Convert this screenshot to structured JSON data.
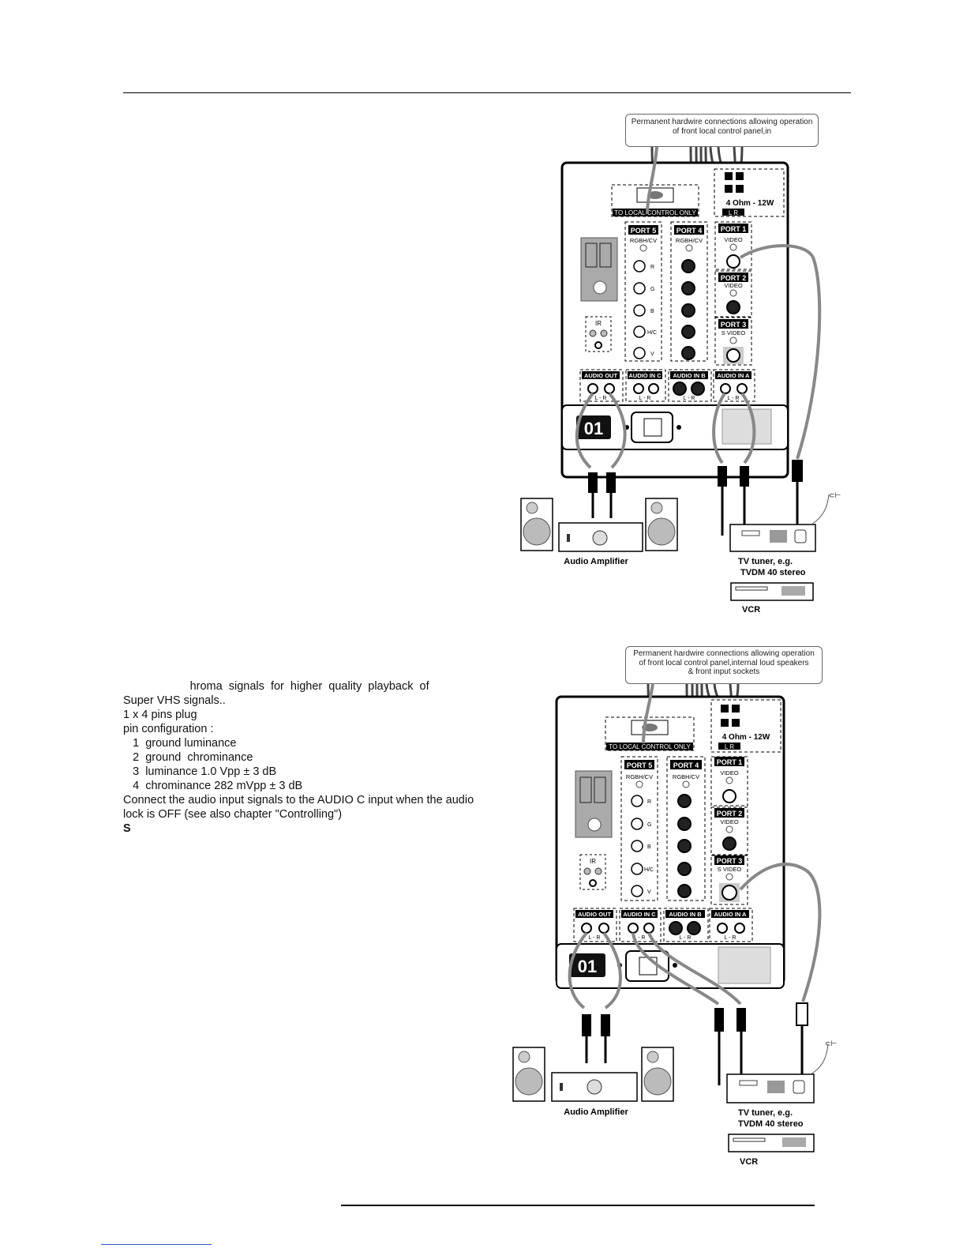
{
  "diagram_top": {
    "callout": [
      "Permanent hardwire connections allowing operation",
      "of front local control panel,in"
    ],
    "local_control": "TO LOCAL CONTROL ONLY",
    "speaker_spec": "4 Ohm - 12W",
    "speaker_lr": "L  R",
    "ports": {
      "port5": "PORT 5",
      "port4": "PORT 4",
      "port1": "PORT 1",
      "port2": "PORT 2",
      "port3": "PORT 3",
      "rgbhcv": "RGBH/CV",
      "video": "VIDEO",
      "svideo": "S VIDEO"
    },
    "bnc_labels": [
      "R",
      "G",
      "B",
      "H/C",
      "V"
    ],
    "ir": "IR",
    "audio": {
      "out": "AUDIO OUT",
      "in_c": "AUDIO IN C",
      "in_b": "AUDIO IN B",
      "in_a": "AUDIO IN A",
      "lr": "L - R"
    },
    "counter": "01",
    "amplifier": "Audio Amplifier",
    "tuner": [
      "TV tuner, e.g.",
      "TVDM 40 stereo"
    ],
    "vcr": "VCR"
  },
  "text_block": {
    "lines": [
      "                     hroma  signals  for  higher  quality  playback  of",
      "Super VHS signals..",
      "1 x 4 pins plug",
      "",
      "pin configuration :",
      "   1  ground luminance",
      "   2  ground  chrominance",
      "   3  luminance 1.0 Vpp ± 3 dB",
      "   4  chrominance 282 mVpp ± 3 dB",
      "",
      "Connect the audio input signals to the AUDIO C input when the audio",
      "lock is OFF (see also chapter \"Controlling\")",
      "",
      "S"
    ]
  },
  "diagram_bottom": {
    "callout": [
      "Permanent hardwire connections allowing operation",
      "of front local control panel,internal loud speakers",
      "& front input sockets"
    ],
    "local_control": "TO LOCAL CONTROL ONLY",
    "speaker_spec": "4 Ohm - 12W",
    "speaker_lr": "L  R",
    "ports": {
      "port5": "PORT 5",
      "port4": "PORT 4",
      "port1": "PORT 1",
      "port2": "PORT 2",
      "port3": "PORT 3",
      "rgbhcv": "RGBH/CV",
      "video": "VIDEO",
      "svideo": "S VIDEO"
    },
    "bnc_labels": [
      "R",
      "G",
      "B",
      "H/C",
      "V"
    ],
    "ir": "IR",
    "audio": {
      "out": "AUDIO OUT",
      "in_c": "AUDIO IN C",
      "in_b": "AUDIO IN B",
      "in_a": "AUDIO IN A",
      "lr": "L - R"
    },
    "counter": "01",
    "amplifier": "Audio Amplifier",
    "tuner": [
      "TV tuner, e.g.",
      "TVDM 40 stereo"
    ],
    "vcr": "VCR"
  }
}
